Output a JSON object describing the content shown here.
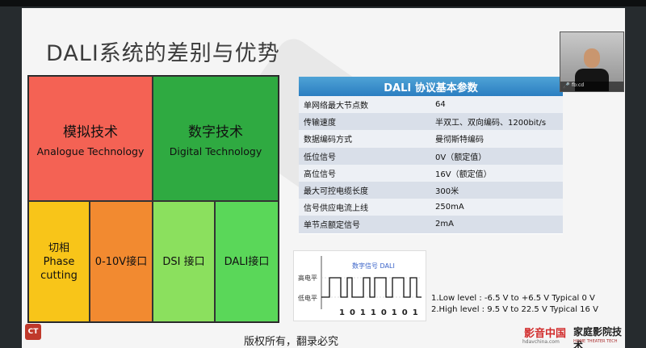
{
  "slide": {
    "title": "DALI系统的差别与优势",
    "copyright": "版权所有，翻录必究"
  },
  "cells": {
    "analog_cn": "模拟技术",
    "analog_en": "Analogue Technology",
    "digital_cn": "数字技术",
    "digital_en": "Digital Technology",
    "phase_cn": "切相",
    "phase_en": "Phase cutting",
    "ten_v": "0-10V接口",
    "dsi": "DSI 接口",
    "dali": "DALI接口"
  },
  "params": {
    "header": "DALI 协议基本参数",
    "rows": [
      {
        "k": "单网络最大节点数",
        "v": "64"
      },
      {
        "k": "传输速度",
        "v": "半双工、双向编码、1200bit/s"
      },
      {
        "k": "数据编码方式",
        "v": "曼彻斯特编码"
      },
      {
        "k": "低位信号",
        "v": "0V（额定值）"
      },
      {
        "k": "高位信号",
        "v": "16V（额定值）"
      },
      {
        "k": "最大可控电缆长度",
        "v": "300米"
      },
      {
        "k": "信号供应电流上线",
        "v": "250mA"
      },
      {
        "k": "单节点额定信号",
        "v": "2mA"
      }
    ]
  },
  "signal": {
    "title": "数字信号 DALI",
    "high": "高电平",
    "low": "低电平",
    "bits": "10110101"
  },
  "levels": {
    "low": "1.Low level : -6.5 V to +6.5 V Typical 0 V",
    "high": "2.High level : 9.5 V to 22.5 V Typical 16 V"
  },
  "logos": {
    "right1": "影音中国",
    "right1_sub": "hdavchina.com",
    "right2": "家庭影院技术",
    "right2_sub": "HOME THEATER TECH"
  },
  "camera": {
    "name": "fb:cd"
  },
  "colors": {
    "analog": "#f46254",
    "digital": "#2faa41",
    "phase": "#f8c519",
    "ten_v": "#f28a30",
    "dsi": "#8be05e",
    "dali": "#5ad759",
    "table_header": "#2b7ec1"
  }
}
